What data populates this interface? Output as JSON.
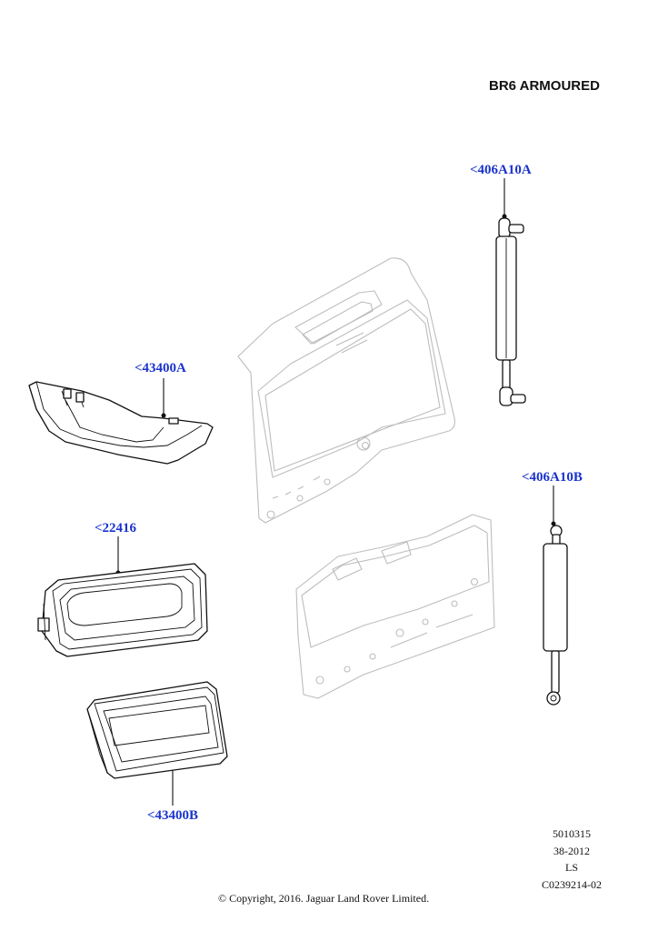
{
  "heading": "BR6 ARMOURED",
  "callouts": {
    "strut_upper": "<406A10A",
    "trim_cover": "<43400A",
    "strut_lower": "<406A10B",
    "handle": "<22416",
    "handle_bezel": "<43400B"
  },
  "meta": {
    "line1": "5010315",
    "line2": "38-2012",
    "line3": "LS",
    "line4": "C0239214-02"
  },
  "copyright": "© Copyright, 2016. Jaguar Land Rover Limited."
}
